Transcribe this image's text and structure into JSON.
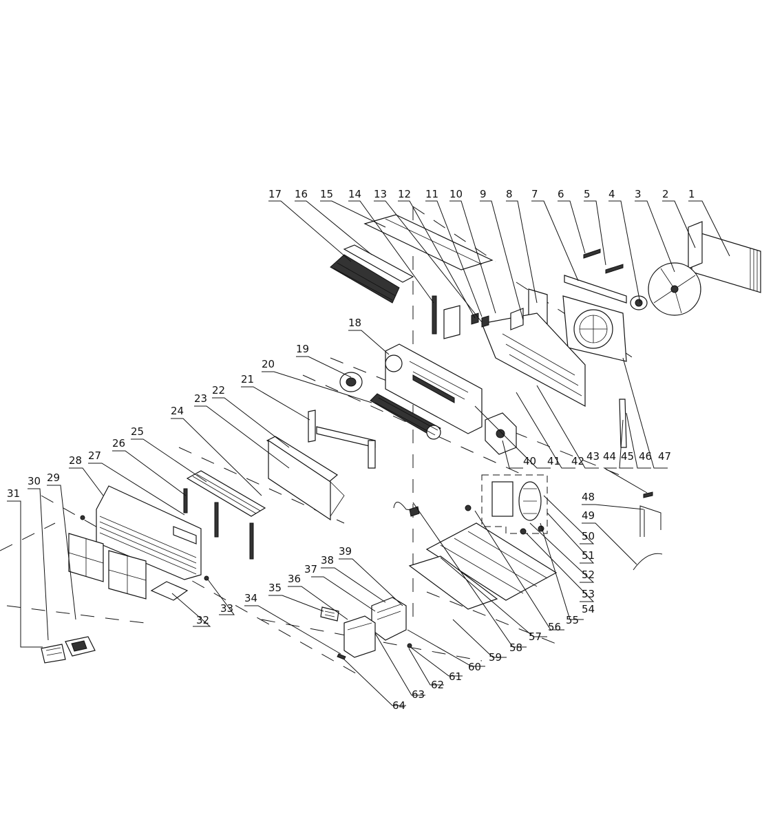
{
  "diagram": {
    "labels": [
      "1",
      "2",
      "3",
      "4",
      "5",
      "6",
      "7",
      "8",
      "9",
      "10",
      "11",
      "12",
      "13",
      "14",
      "15",
      "16",
      "17",
      "18",
      "19",
      "20",
      "21",
      "22",
      "23",
      "24",
      "25",
      "26",
      "27",
      "28",
      "29",
      "30",
      "31",
      "32",
      "33",
      "34",
      "35",
      "36",
      "37",
      "38",
      "39",
      "40",
      "41",
      "42",
      "43",
      "44",
      "45",
      "46",
      "47",
      "48",
      "49",
      "50",
      "51",
      "52",
      "53",
      "54",
      "55",
      "56",
      "57",
      "58",
      "59",
      "60",
      "61",
      "62",
      "63",
      "64"
    ]
  }
}
